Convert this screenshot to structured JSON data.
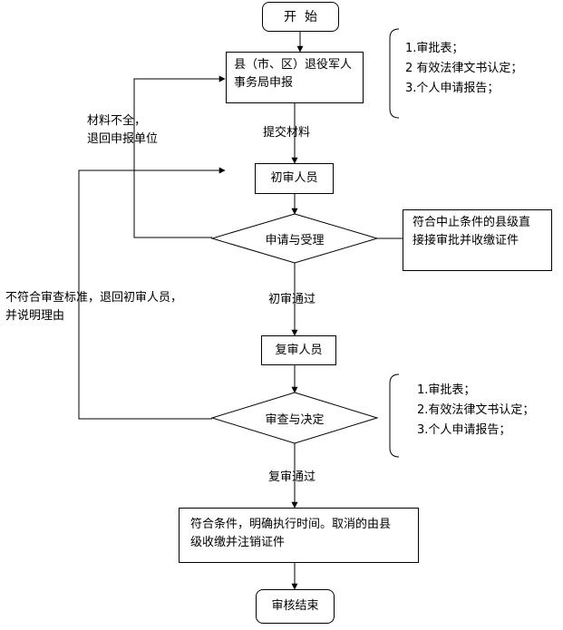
{
  "nodes": {
    "start": "开  始",
    "county_office": [
      "县（市、区）退役军人",
      "事务局申报"
    ],
    "first_reviewer": "初审人员",
    "accept_decision": "申请与受理",
    "direct_approval": [
      "符合中止条件的县级直",
      "接接审批并收缴证件"
    ],
    "second_reviewer": "复审人员",
    "review_decision": "审查与决定",
    "final_action": [
      "符合条件，明确执行时间。取消的由县",
      "级收缴并注销证件"
    ],
    "end": "审核结束"
  },
  "labels": {
    "submit_materials": "提交材料",
    "incomplete_materials": [
      "材料不全，",
      "退回申报单位"
    ],
    "first_pass": "初审通过",
    "not_compliant": [
      "不符合审查标准，退回初审人员，",
      "并说明理由"
    ],
    "second_pass": "复审通过"
  },
  "notes": {
    "top": [
      "1.审批表；",
      "2 有效法律文书认定；",
      "3.个人申请报告；"
    ],
    "bottom": [
      "1.审批表；",
      "2.有效法律文书认定；",
      "3.个人申请报告；"
    ]
  }
}
